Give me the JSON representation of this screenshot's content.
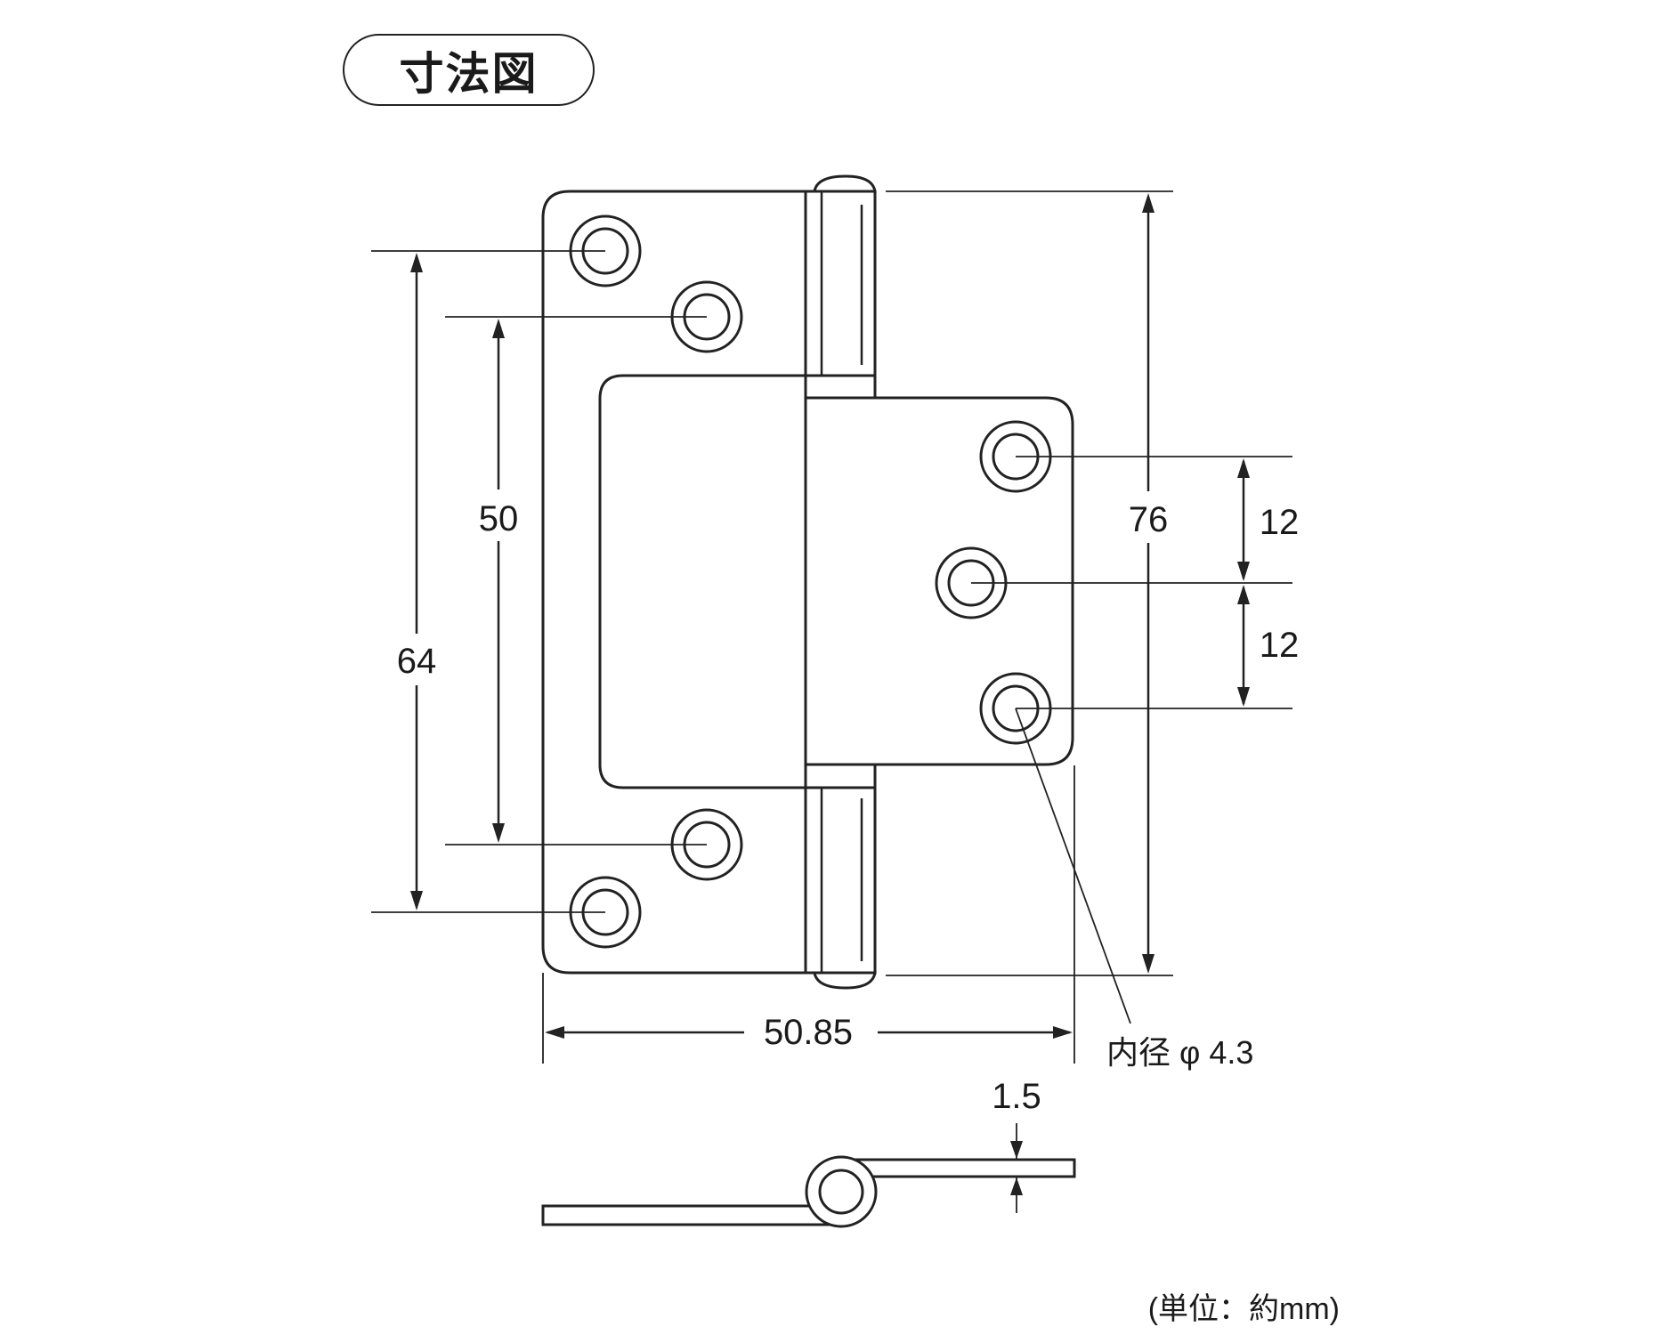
{
  "title": "寸法図",
  "dimensions": {
    "height_total": "76",
    "outer_hole_pitch": "64",
    "inner_hole_pitch": "50",
    "right_pitch_upper": "12",
    "right_pitch_lower": "12",
    "width": "50.85",
    "thickness": "1.5",
    "hole_inner_diameter": "内径 φ 4.3"
  },
  "unit_note": "(単位：約mm)"
}
